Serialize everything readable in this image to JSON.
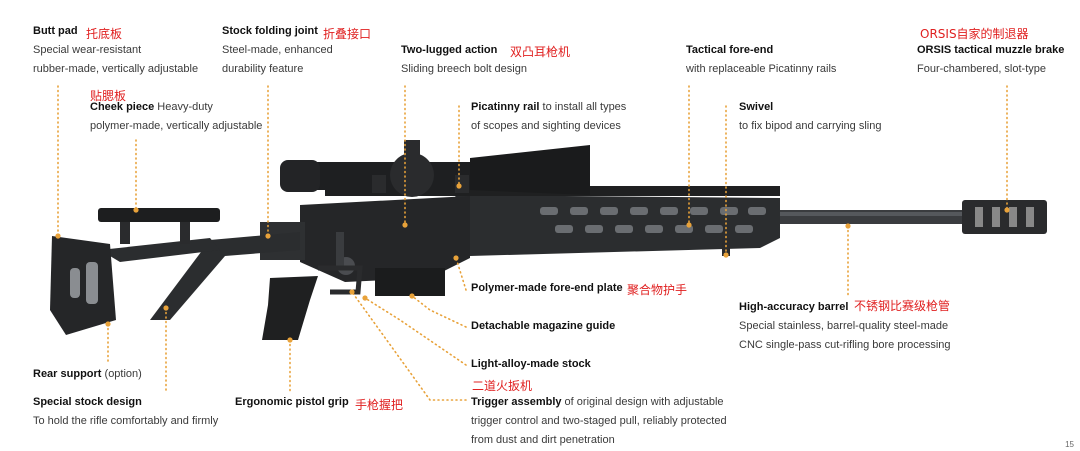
{
  "colors": {
    "leader": "#e8a23a",
    "annotation_cn": "#e02020",
    "rifle_body": "#2b2d2f",
    "rifle_dark": "#1a1b1c"
  },
  "callouts": {
    "butt_pad": {
      "title": "Butt pad",
      "line1": "Special wear-resistant",
      "line2": "rubber-made, vertically adjustable",
      "cn": "托底板"
    },
    "stock_folding_joint": {
      "title": "Stock folding joint",
      "line1": "Steel-made, enhanced",
      "line2": "durability feature",
      "cn": "折叠接口"
    },
    "two_lugged_action": {
      "title": "Two-lugged action",
      "line1": "Sliding breech bolt design",
      "cn": "双凸耳枪机"
    },
    "tactical_fore_end": {
      "title": "Tactical fore-end",
      "line1": "with replaceable Picatinny rails"
    },
    "muzzle_brake": {
      "title": "ORSIS tactical muzzle brake",
      "line1": "Four-chambered, slot-type",
      "cn": "ORSIS自家的制退器"
    },
    "cheek_piece": {
      "title": "Cheek piece",
      "title_rest": " Heavy-duty",
      "line2": "polymer-made, vertically adjustable",
      "cn": "贴腮板"
    },
    "picatinny_rail": {
      "title": "Picatinny rail",
      "title_rest": " to install all types",
      "line2": "of scopes and sighting devices"
    },
    "swivel": {
      "title": "Swivel",
      "line1": "to fix bipod and carrying sling"
    },
    "fore_end_plate": {
      "title": "Polymer-made fore-end plate",
      "cn": "聚合物护手"
    },
    "barrel": {
      "title": "High-accuracy barrel",
      "line1": "Special stainless, barrel-quality steel-made",
      "line2": "CNC single-pass cut-rifling bore processing",
      "cn": "不锈钢比赛级枪管"
    },
    "magazine_guide": {
      "title": "Detachable magazine guide"
    },
    "alloy_stock": {
      "title": "Light-alloy-made stock"
    },
    "rear_support": {
      "title": "Rear support",
      "title_rest": " (option)"
    },
    "stock_design": {
      "title": "Special stock design",
      "line1": "To hold the rifle comfortably and firmly"
    },
    "pistol_grip": {
      "title": "Ergonomic pistol grip",
      "cn": "手枪握把"
    },
    "trigger": {
      "title": "Trigger assembly",
      "title_rest": " of original design with adjustable",
      "line2": "trigger control and two-staged pull, reliably protected",
      "line3": "from dust and dirt penetration",
      "cn": "二道火扳机"
    }
  },
  "page_number": "15"
}
